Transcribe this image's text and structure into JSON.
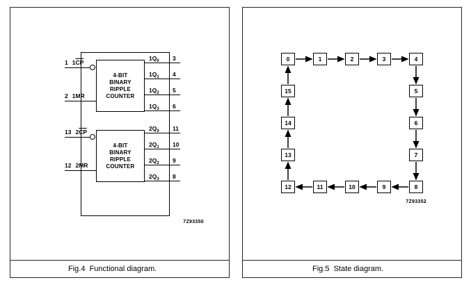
{
  "left_panel": {
    "caption": "Fig.4  Functional diagram.",
    "diagram_code": "7Z93350",
    "counter1_lines": [
      "4-BIT",
      "BINARY",
      "RIPPLE",
      "COUNTER"
    ],
    "counter2_lines": [
      "4-BIT",
      "BINARY",
      "RIPPLE",
      "COUNTER"
    ],
    "inputs": [
      {
        "pin": "1",
        "plain": "1",
        "overline": "CP"
      },
      {
        "pin": "2",
        "plain": "1MR",
        "overline": ""
      },
      {
        "pin": "13",
        "plain": "2",
        "overline": "CP"
      },
      {
        "pin": "12",
        "plain": "2MR",
        "overline": ""
      }
    ],
    "outputs": [
      {
        "pin": "3",
        "base": "1Q",
        "sub": "0"
      },
      {
        "pin": "4",
        "base": "1Q",
        "sub": "1"
      },
      {
        "pin": "5",
        "base": "1Q",
        "sub": "2"
      },
      {
        "pin": "6",
        "base": "1Q",
        "sub": "3"
      },
      {
        "pin": "11",
        "base": "2Q",
        "sub": "0"
      },
      {
        "pin": "10",
        "base": "2Q",
        "sub": "1"
      },
      {
        "pin": "9",
        "base": "2Q",
        "sub": "2"
      },
      {
        "pin": "8",
        "base": "2Q",
        "sub": "3"
      }
    ]
  },
  "right_panel": {
    "caption": "Fig.5  State diagram.",
    "diagram_code": "7Z93352",
    "states": [
      "0",
      "1",
      "2",
      "3",
      "4",
      "5",
      "6",
      "7",
      "8",
      "9",
      "10",
      "11",
      "12",
      "13",
      "14",
      "15"
    ]
  }
}
